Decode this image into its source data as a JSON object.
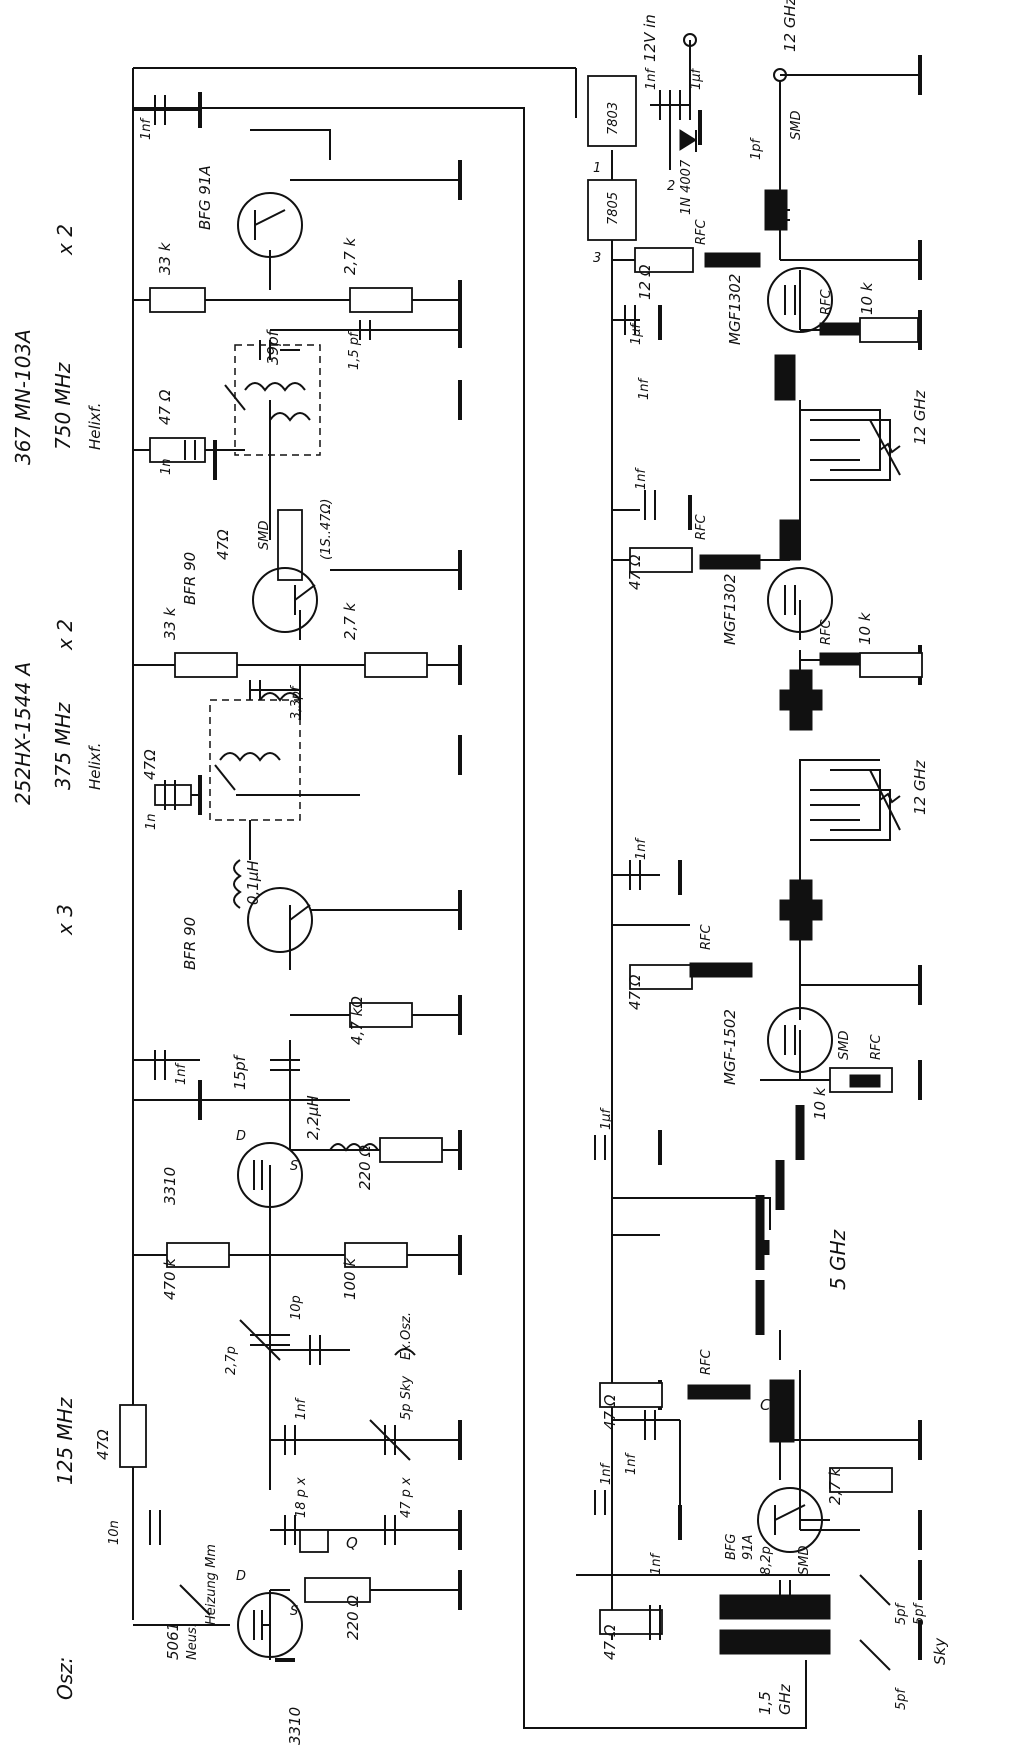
{
  "sections": {
    "osc": "Osz:",
    "osc_freq": "125 MHz",
    "stage1_mult": "x 3",
    "stage2_mult": "x 2",
    "stage3_mult": "x 2",
    "helix1": [
      "252HX-1544 A",
      "375 MHz",
      "Helixf."
    ],
    "helix2": [
      "367 MN-103A",
      "750 MHz",
      "Helixf."
    ],
    "f_5ghz": "5 GHz",
    "f_1_5ghz": [
      "1,5",
      "GHz"
    ],
    "f_12ghz_out": "12 GHz",
    "f_12ghz_a": "12 GHz",
    "f_12ghz_b": "12 GHz"
  },
  "supply": {
    "in_label": "12V in",
    "reg1": "7803",
    "reg2": "7805",
    "pin1": "1",
    "pin2": "2",
    "pin3": "3",
    "diode": "1N 4007",
    "cap_in1": "1nf",
    "cap_in2": "1µf"
  },
  "components": {
    "q_osc": "3310",
    "q_osc_pin_d": "D",
    "q_osc_pin_s": "S",
    "pot_5061": [
      "5061",
      "Neus."
    ],
    "heizung": "Heizung Mm",
    "c_10n": "10n",
    "r_47_osc": "47Ω",
    "xtal": "Q",
    "c_18px": "18 p x",
    "c_47px": "47 p x",
    "r_220_src": "220 Ω",
    "c_1nf_osc": "1nf",
    "c_5p_sky": "5p Sky",
    "c_27p": "2,7p",
    "c_10p": "10p",
    "ext_osz": "Ex.Osz.",
    "r_470k": "470 k",
    "r_100k": "100 k",
    "q_buf": "3310",
    "q_buf_pin_d": "D",
    "q_buf_pin_s": "S",
    "l_22uh": "2,2µH",
    "r_220": "220 Ω",
    "c_15pf": "15pf",
    "c_1nf_buf": "1nf",
    "q_x3": "BFR 90",
    "r_47k": "4,7 kΩ",
    "l_01uh": "0,1µH",
    "c_1n_h1": "1n",
    "r_47_h1": "47Ω",
    "c_33pf": "3,3pf",
    "r_33k_a": "33 k",
    "r_27k_a": "2,7 k",
    "q_x2a": "BFR 90",
    "r_47_smd": "47Ω",
    "smd_label": "SMD",
    "smd_note": "(1S..47Ω)",
    "c_1n_h2": "1n",
    "r_47_h2": "47 Ω",
    "c_39pf": "39pf",
    "c_15pf_b": "1,5 pf",
    "r_33k_b": "33 k",
    "r_27k_b": "2,7 k",
    "q_x2b": "BFG 91A",
    "c_1nf_top": "1nf"
  },
  "rf_chain": {
    "c_15ghz_a": "5pf",
    "c_15ghz_b": "5pf",
    "c_15ghz_c": "5pf",
    "sky": "Sky",
    "c_82p": "8,2p",
    "smd_a": "SMD",
    "c_1nf_a": "1nf",
    "r_47_a": "47 Ω",
    "blk_c": "C",
    "q_bfg": [
      "BFG",
      "91A"
    ],
    "r_27k": "2,7 k",
    "c_1nf_b": "1nf",
    "r_47_b": "47 Ω",
    "rfc_a": "RFC",
    "c_1nf_c": "1nf",
    "c_1uf": "1µf",
    "q_mgf1": "MGF-1502",
    "r_10k_a": "10 k",
    "smd_b": "SMD",
    "rfc_b": "RFC",
    "r_47_c": "47 Ω",
    "rfc_c": "RFC",
    "c_1nf_d": "1nf",
    "c_1nf_e": "1nf",
    "r_47_d": "47 Ω",
    "rfc_d": "RFC",
    "q_mgf2": "MGF1302",
    "rfc_e": "RFC",
    "r_10k_b": "10 k",
    "c_1nf_f": "1nf",
    "c_1uf_b": "1µf",
    "r_12": "12 Ω",
    "rfc_f": "RFC",
    "q_mgf3": "MGF1302",
    "rfc_g": "RFC",
    "r_10k_c": "10 k",
    "c_1pf": "1pf",
    "smd_c": "SMD"
  }
}
